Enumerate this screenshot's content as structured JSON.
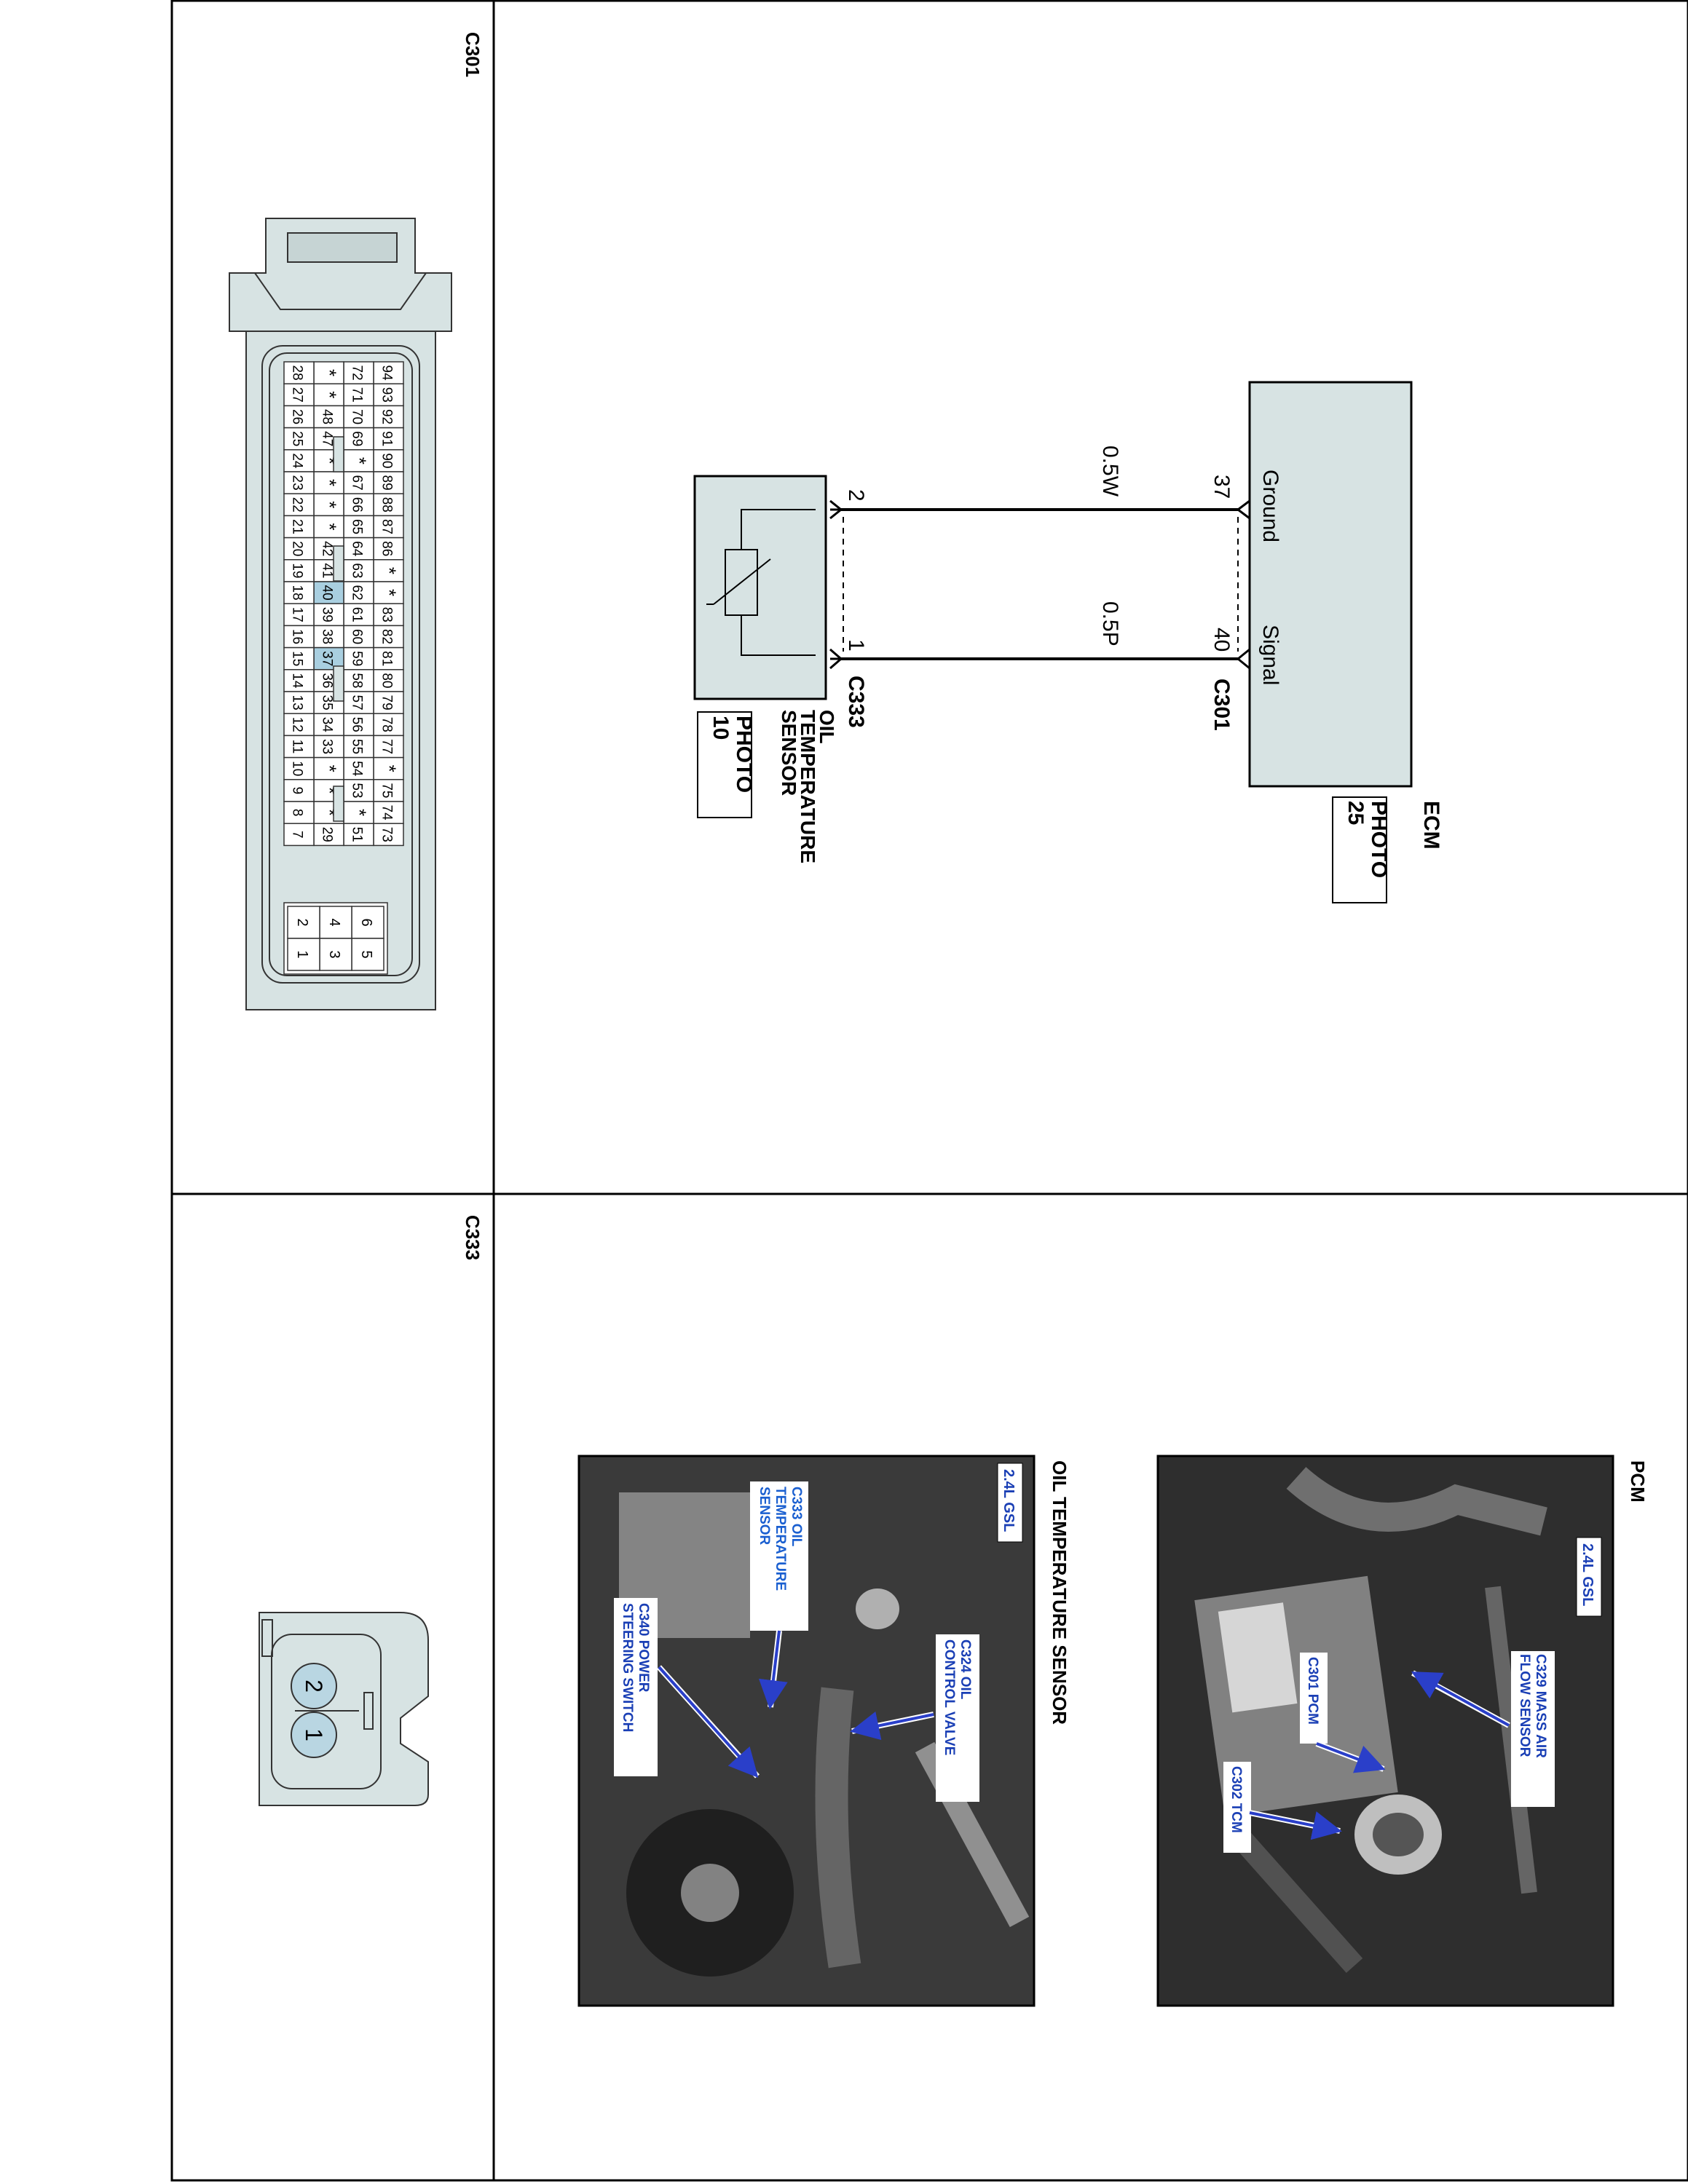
{
  "panels": {
    "top_left_label": "C301",
    "bottom_left_label": "C333"
  },
  "schematic": {
    "ecm": {
      "name": "ECM",
      "photo_line1": "PHOTO",
      "photo_line2": "25",
      "pin_ground_name": "Ground",
      "pin_signal_name": "Signal",
      "pin_ground_num": "37",
      "pin_signal_num": "40",
      "connector": "C301"
    },
    "wires": {
      "ground_wire": "0.5W",
      "signal_wire": "0.5P"
    },
    "sensor": {
      "pin_top": "2",
      "pin_bottom": "1",
      "connector": "C333",
      "name_line1": "OIL",
      "name_line2": "TEMPERATURE",
      "name_line3": "SENSOR",
      "photo_line1": "PHOTO",
      "photo_line2": "10"
    }
  },
  "c301_connector": {
    "row1": [
      "94",
      "93",
      "92",
      "91",
      "90",
      "89",
      "88",
      "87",
      "86",
      "*",
      "*",
      "83",
      "82",
      "81",
      "80",
      "79",
      "78",
      "77",
      "*",
      "75",
      "74",
      "73"
    ],
    "row2": [
      "72",
      "71",
      "70",
      "69",
      "*",
      "67",
      "66",
      "65",
      "64",
      "63",
      "62",
      "61",
      "60",
      "59",
      "58",
      "57",
      "56",
      "55",
      "54",
      "53",
      "*",
      "51"
    ],
    "row3": [
      "*",
      "*",
      "48",
      "47",
      "*",
      "*",
      "*",
      "*",
      "42",
      "41",
      "40",
      "39",
      "38",
      "37",
      "36",
      "35",
      "34",
      "33",
      "*",
      "*",
      "*",
      "29"
    ],
    "row4": [
      "28",
      "27",
      "26",
      "25",
      "24",
      "23",
      "22",
      "21",
      "20",
      "19",
      "18",
      "17",
      "16",
      "15",
      "14",
      "13",
      "12",
      "11",
      "10",
      "9",
      "8",
      "7"
    ],
    "highlighted": [
      "40",
      "37"
    ],
    "small_block": [
      [
        "6",
        "5"
      ],
      [
        "4",
        "3"
      ],
      [
        "2",
        "1"
      ]
    ]
  },
  "c333_connector": {
    "pins": [
      "2",
      "1"
    ]
  },
  "photos": {
    "pcm": {
      "title": "PCM",
      "badge": "2.4L GSL",
      "callouts": [
        "C329 MASS AIR FLOW SENSOR",
        "C301 PCM",
        "C302 TCM"
      ]
    },
    "oil": {
      "title": "OIL TEMPERATURE SENSOR",
      "badge": "2.4L GSL",
      "callouts": [
        "C333 OIL TEMPERATURE SENSOR",
        "C324 OIL CONTROL VALVE",
        "C340 POWER STEERING SWITCH"
      ]
    }
  },
  "colors": {
    "connector_fill": "#d7e3e3",
    "highlight": "#a9cfe0",
    "pin_fill": "#b9d6e2",
    "callout_text": "#1a3fb5",
    "arrow": "#2a3fc9"
  }
}
